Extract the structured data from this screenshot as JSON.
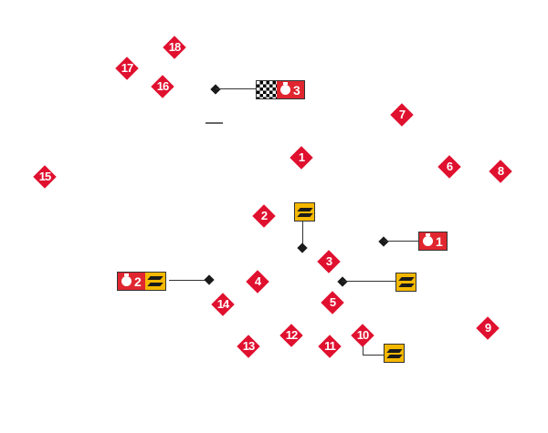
{
  "corners": [
    "1",
    "2",
    "3",
    "4",
    "5",
    "6",
    "7",
    "8",
    "9",
    "10",
    "11",
    "12",
    "13",
    "14",
    "15",
    "16",
    "17",
    "18"
  ],
  "sectors": {
    "s1": "1",
    "s2": "2",
    "s3": "3"
  },
  "icons": [
    "stopwatch-icon",
    "drs-zone-icon",
    "checkered-flag-icon"
  ],
  "colors": {
    "corner": "#e0102f",
    "drs": "#f5b800",
    "sector": "#e0262f"
  }
}
